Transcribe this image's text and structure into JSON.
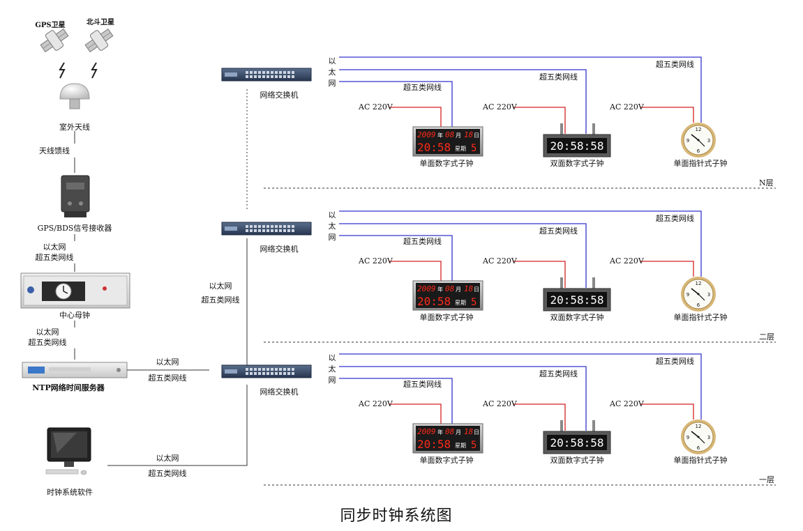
{
  "title": "同步时钟系统图",
  "left": {
    "gps_label": "GPS卫星",
    "bds_label": "北斗卫星",
    "antenna_label": "室外天线",
    "feeder_label": "天线馈线",
    "receiver_label": "GPS/BDS信号接收器",
    "link1": [
      "以太网",
      "超五类网线"
    ],
    "master_label": "中心母钟",
    "link2": [
      "以太网",
      "超五类网线"
    ],
    "ntp_label": "NTP网络时间服务器",
    "pc_label": "时钟系统软件",
    "link_ntp": [
      "以太网",
      "超五类网线"
    ],
    "link_pc": [
      "以太网",
      "超五类网线"
    ],
    "link_switch": [
      "以太网",
      "超五类网线"
    ]
  },
  "floors": [
    {
      "name": "N层",
      "switch_label": "网络交换机",
      "eth_label": [
        "以",
        "太",
        "网"
      ],
      "cable_label": "超五类网线",
      "power_label": "AC 220V",
      "single_digital": {
        "label": "单面数字式子钟",
        "year": "2009",
        "y_unit": "年",
        "month": "08",
        "m_unit": "月",
        "day": "18",
        "d_unit": "日",
        "time": "20:58",
        "week_label": "星期",
        "week": "5"
      },
      "double_digital": {
        "label": "双面数字式子钟",
        "time": "20:58:58"
      },
      "analog": {
        "label": "单面指针式子钟"
      }
    },
    {
      "name": "二层",
      "switch_label": "网络交换机",
      "eth_label": [
        "以",
        "太",
        "网"
      ],
      "cable_label": "超五类网线",
      "power_label": "AC 220V",
      "single_digital": {
        "label": "单面数字式子钟",
        "year": "2009",
        "y_unit": "年",
        "month": "08",
        "m_unit": "月",
        "day": "18",
        "d_unit": "日",
        "time": "20:58",
        "week_label": "星期",
        "week": "5"
      },
      "double_digital": {
        "label": "双面数字式子钟",
        "time": "20:58:58"
      },
      "analog": {
        "label": "单面指针式子钟"
      }
    },
    {
      "name": "一层",
      "switch_label": "网络交换机",
      "eth_label": [
        "以",
        "太",
        "网"
      ],
      "cable_label": "超五类网线",
      "power_label": "AC 220V",
      "single_digital": {
        "label": "单面数字式子钟",
        "year": "2009",
        "y_unit": "年",
        "month": "08",
        "m_unit": "月",
        "day": "18",
        "d_unit": "日",
        "time": "20:58",
        "week_label": "星期",
        "week": "5"
      },
      "double_digital": {
        "label": "双面数字式子钟",
        "time": "20:58:58"
      },
      "analog": {
        "label": "单面指针式子钟"
      }
    }
  ],
  "analog_numbers": [
    "12",
    "3",
    "6",
    "9"
  ],
  "colors": {
    "ethernet": "#3333cc",
    "power": "#d42020",
    "led": "#ff2a1a",
    "led_bg": "#1a1a1a",
    "line": "#333333"
  }
}
